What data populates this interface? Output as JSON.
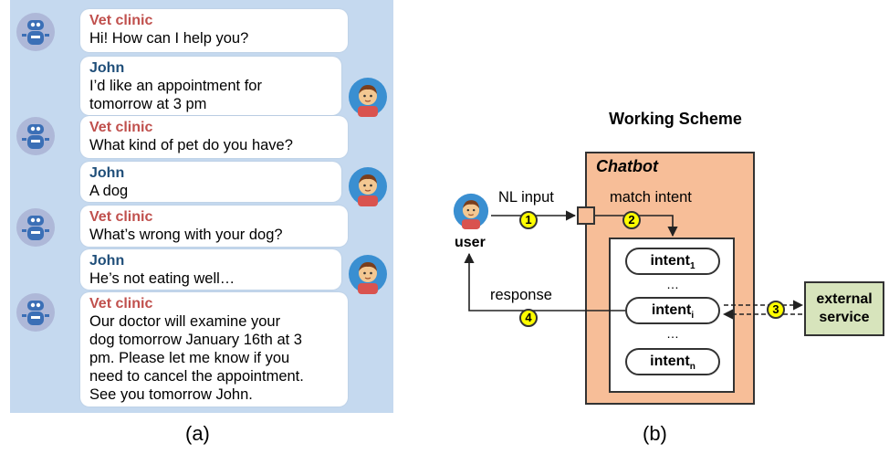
{
  "panel_a": {
    "label": "(a)",
    "messages": [
      {
        "speaker": "Vet clinic",
        "lines": [
          "Hi! How can I help you?"
        ]
      },
      {
        "speaker": "John",
        "lines": [
          "I’d like an appointment for",
          "tomorrow at 3 pm"
        ]
      },
      {
        "speaker": "Vet clinic",
        "lines": [
          "What kind of pet do you have?"
        ]
      },
      {
        "speaker": "John",
        "lines": [
          "A dog"
        ]
      },
      {
        "speaker": "Vet clinic",
        "lines": [
          "What’s wrong with your dog?"
        ]
      },
      {
        "speaker": "John",
        "lines": [
          "He’s not eating well…"
        ]
      },
      {
        "speaker": "Vet clinic",
        "lines": [
          "Our doctor will examine your",
          "dog tomorrow January 16th at 3",
          "pm. Please let me know if you",
          "need to cancel the appointment.",
          "See you tomorrow John."
        ]
      }
    ]
  },
  "panel_b": {
    "label": "(b)",
    "title": "Working Scheme",
    "chatbot_title": "Chatbot",
    "user_label": "user",
    "nl_input_label": "NL input",
    "match_intent_label": "match intent",
    "response_label": "response",
    "intent_word": "intent",
    "intent_subscripts": [
      "1",
      "i",
      "n"
    ],
    "ellipsis": "…",
    "external_service": [
      "external",
      "service"
    ],
    "steps": [
      "1",
      "2",
      "3",
      "4"
    ]
  },
  "colors": {
    "chat_background": "#c5d9ef",
    "bot_name": "#c0504d",
    "user_name": "#1f4e79",
    "chatbot_fill": "#f7be98",
    "external_fill": "#d7e4bc",
    "step_fill": "#ffff00"
  }
}
